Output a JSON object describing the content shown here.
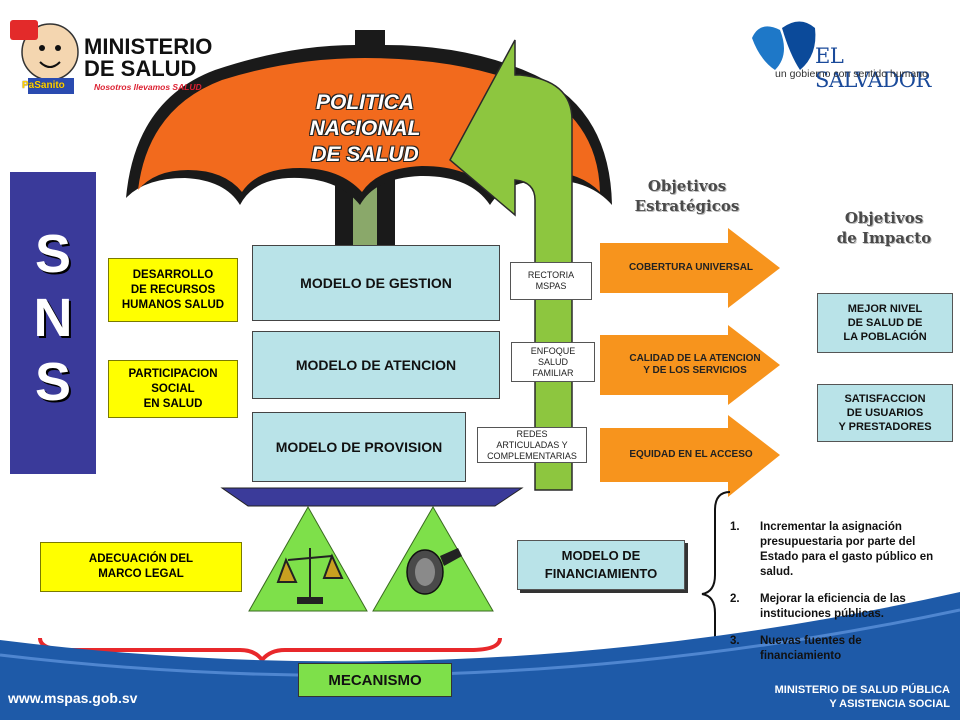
{
  "logos": {
    "ministerio_line1": "MINISTERIO",
    "ministerio_line2": "DE SALUD",
    "ministerio_tagline": "Nosotros llevamos SALUD",
    "mascot": "PaSanito",
    "elsalvador": "EL SALVADOR",
    "elsalvador_tagline": "un gobierno con sentido humano"
  },
  "umbrella_title": "POLITICA\nNACIONAL\nDE SALUD",
  "sns": [
    "S",
    "N",
    "S"
  ],
  "left_boxes": {
    "rrhh": "DESARROLLO\nDE RECURSOS\nHUMANOS SALUD",
    "participacion": "PARTICIPACION\nSOCIAL\nEN SALUD",
    "marco_legal": "ADECUACIÓN DEL\nMARCO LEGAL"
  },
  "models": {
    "gestion": "MODELO DE GESTION",
    "atencion": "MODELO DE ATENCION",
    "provision": "MODELO DE PROVISION",
    "financiamiento": "MODELO DE\nFINANCIAMIENTO"
  },
  "small_boxes": {
    "rectoria": "RECTORIA\nMSPAS",
    "enfoque": "ENFOQUE\nSALUD\nFAMILIAR",
    "redes": "REDES\nARTICULADAS Y\nCOMPLEMENTARIAS"
  },
  "objetivos_estrategicos": {
    "heading": "Objetivos\nEstratégicos",
    "items": [
      "COBERTURA UNIVERSAL",
      "CALIDAD DE LA ATENCION\nY DE LOS SERVICIOS",
      "EQUIDAD EN EL ACCESO"
    ]
  },
  "objetivos_impacto": {
    "heading": "Objetivos\nde Impacto",
    "items": [
      "MEJOR NIVEL\nDE SALUD DE\nLA POBLACIÓN",
      "SATISFACCION\nDE USUARIOS\nY PRESTADORES"
    ]
  },
  "financing_list": [
    {
      "num": "1.",
      "text": "Incrementar la asignación presupuestaria por parte del Estado para el gasto público en salud."
    },
    {
      "num": "2.",
      "text": "Mejorar la eficiencia de las instituciones públicas."
    },
    {
      "num": "3.",
      "text": "Nuevas fuentes de financiamiento"
    }
  ],
  "mecanismo": "MECANISMO",
  "footer": {
    "url": "www.mspas.gob.sv",
    "ministry": "MINISTERIO DE SALUD PÚBLICA\nY ASISTENCIA SOCIAL"
  },
  "colors": {
    "umbrella": "#f26a1d",
    "green_arrow": "#8dc63f",
    "orange_arrow": "#f7941d",
    "sns_panel": "#3a3a9a",
    "footer_bar": "#1e5aa8",
    "triangles": "#7ee04a",
    "brace": "#e8282b"
  }
}
